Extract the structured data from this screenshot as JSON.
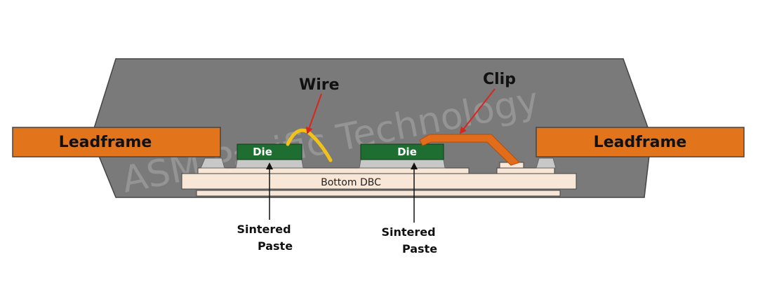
{
  "labels": {
    "leadframe_left": "Leadframe",
    "leadframe_right": "Leadframe",
    "die_left": "Die",
    "die_right": "Die",
    "bottom_dbc": "Bottom DBC",
    "wire": "Wire",
    "clip": "Clip",
    "sintered_paste_left": [
      "Sintered",
      "Paste"
    ],
    "sintered_paste_right": [
      "Sintered",
      "Paste"
    ]
  },
  "watermark": "ASM Pacific Technology",
  "colors": {
    "mold": "#7a7a7a",
    "leadframe": "#e2741c",
    "die": "#1f6e31",
    "dbc": "#f8e6d6",
    "wire": "#f2c21a",
    "clip": "#e06c1c",
    "paste": "#c8c8c8",
    "arrow_red": "#d9261c",
    "arrow_black": "#111111"
  }
}
